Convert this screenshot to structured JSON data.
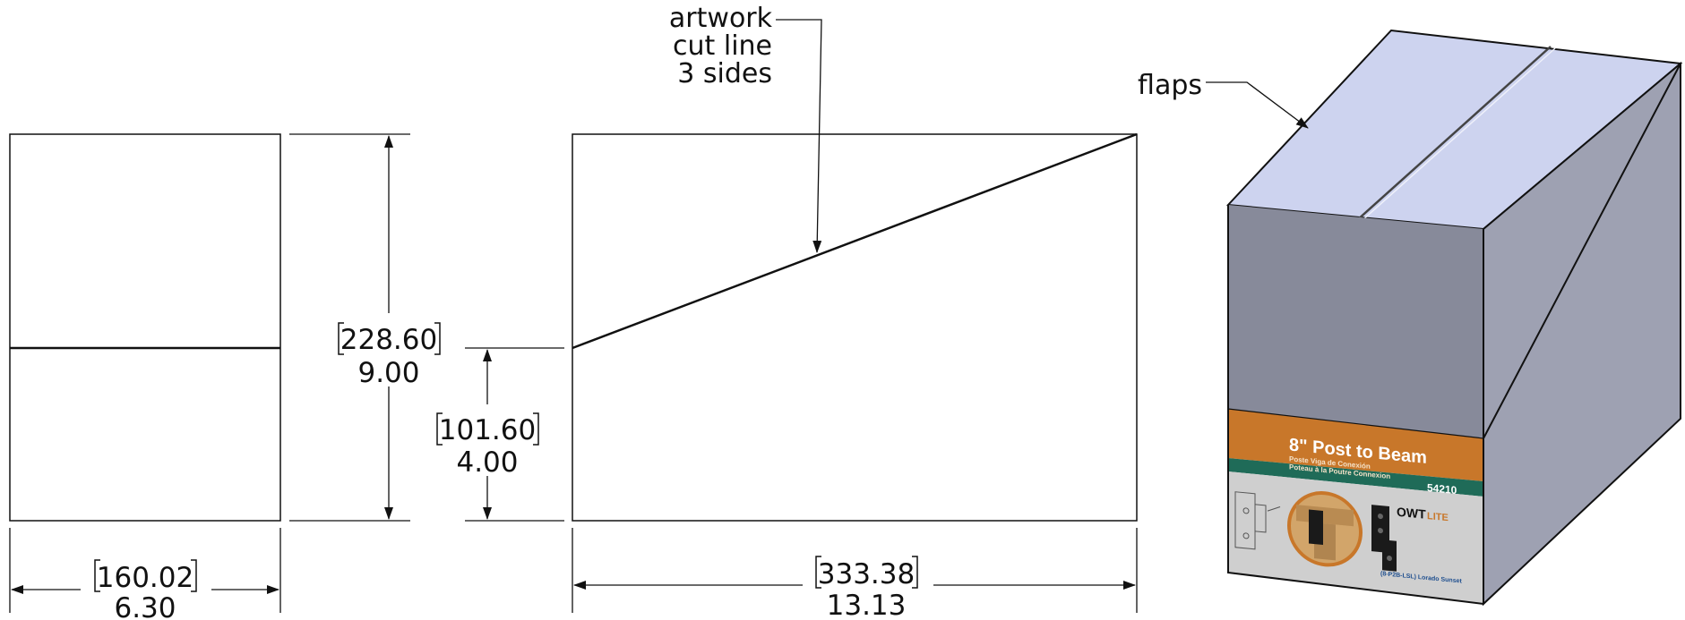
{
  "dimensions": {
    "left_width": {
      "metric": "160.02",
      "imperial": "6.30"
    },
    "height": {
      "metric": "228.60",
      "imperial": "9.00"
    },
    "low_height": {
      "metric": "101.60",
      "imperial": "4.00"
    },
    "right_width": {
      "metric": "333.38",
      "imperial": "13.13"
    }
  },
  "callouts": {
    "cut_line": [
      "artwork",
      "cut line",
      "3 sides"
    ],
    "flaps": "flaps"
  },
  "package": {
    "title": "8\" Post to Beam",
    "subtitle_1": "Poste Viga de Conexión",
    "subtitle_2": "Poteau à la Poutre Connexion",
    "sku": "54210",
    "brand": "OWT",
    "brand_suffix": "LITE",
    "product_code": "(8-P2B-LSL) Lorado Sunset"
  },
  "colors": {
    "line": "#111111",
    "box_top": "#cdd3ef",
    "box_front": "#878a9a",
    "box_side": "#9ea1b2",
    "label_orange": "#c8772a",
    "label_teal": "#1f6b58"
  }
}
